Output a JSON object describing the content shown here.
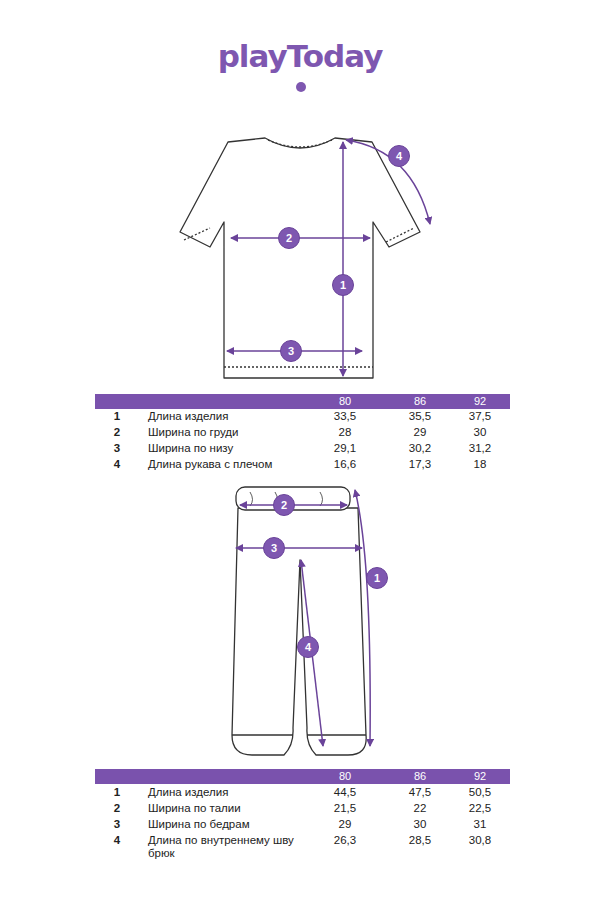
{
  "diagram": {
    "title": "playToday",
    "nodes": [
      {
        "text": [
          "4"
        ]
      },
      {
        "text": [
          "2"
        ]
      },
      {
        "text": [
          "1"
        ]
      },
      {
        "text": [
          "3"
        ]
      },
      {
        "text": [
          "80",
          "86",
          "92"
        ]
      },
      {
        "text": [
          "2"
        ]
      },
      {
        "text": [
          "3"
        ]
      },
      {
        "text": [
          "1"
        ]
      },
      {
        "text": [
          "4"
        ]
      },
      {
        "text": [
          "80",
          "86",
          "92"
        ]
      }
    ],
    "labels": [
      "1",
      "Длина изделия",
      "33,5",
      "35,5",
      "37,5",
      "2",
      "Ширина по груди",
      "28",
      "29",
      "30",
      "3",
      "Ширина по низу",
      "29,1",
      "30,2",
      "31,2",
      "4",
      "Длина рукава с плечом",
      "16,6",
      "17,3",
      "18",
      "1",
      "Длина изделия",
      "44,5",
      "47,5",
      "50,5",
      "2",
      "Ширина по талии",
      "21,5",
      "22",
      "22,5",
      "3",
      "Ширина по бедрам",
      "29",
      "30",
      "31",
      "4",
      "Длина по внутреннему шву брюк",
      "26,3",
      "28,5",
      "30,8"
    ]
  }
}
